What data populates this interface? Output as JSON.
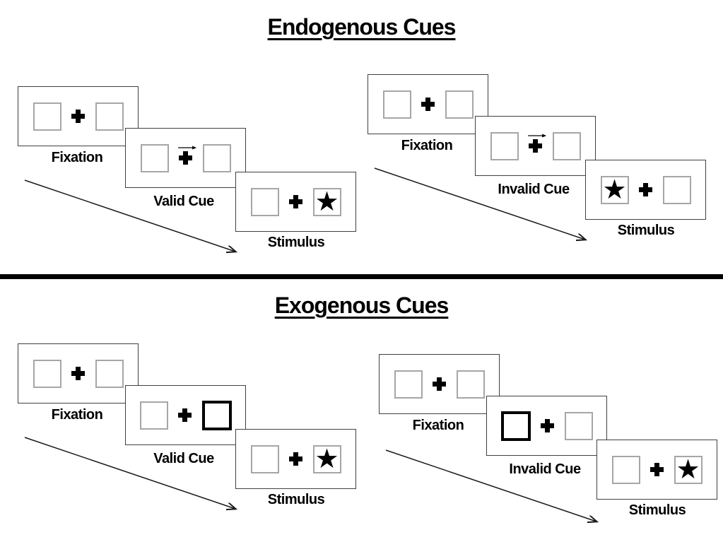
{
  "page": {
    "background": "#ffffff",
    "divider_color": "#000000",
    "box_border_color": "#a6a6a6",
    "highlight_border_color": "#000000"
  },
  "icons": {
    "star": "★",
    "plus": "+",
    "cue_arrow_right": "→"
  },
  "sections": [
    {
      "title": "Endogenous Cues",
      "panels": [
        {
          "type": "valid",
          "cue_style": "central-arrow-right",
          "stimulus_side": "right",
          "steps": [
            {
              "label": "Fixation",
              "left_box": "empty",
              "right_box": "empty",
              "center": "plus"
            },
            {
              "label": "Valid Cue",
              "left_box": "empty",
              "right_box": "empty",
              "center": "plus-with-right-arrow"
            },
            {
              "label": "Stimulus",
              "left_box": "empty",
              "right_box": "star",
              "center": "plus"
            }
          ]
        },
        {
          "type": "invalid",
          "cue_style": "central-arrow-right",
          "stimulus_side": "left",
          "steps": [
            {
              "label": "Fixation",
              "left_box": "empty",
              "right_box": "empty",
              "center": "plus"
            },
            {
              "label": "Invalid Cue",
              "left_box": "empty",
              "right_box": "empty",
              "center": "plus-with-right-arrow"
            },
            {
              "label": "Stimulus",
              "left_box": "star",
              "right_box": "empty",
              "center": "plus"
            }
          ]
        }
      ]
    },
    {
      "title": "Exogenous Cues",
      "panels": [
        {
          "type": "valid",
          "cue_style": "highlighted-box-right",
          "stimulus_side": "right",
          "steps": [
            {
              "label": "Fixation",
              "left_box": "empty",
              "right_box": "empty",
              "center": "plus"
            },
            {
              "label": "Valid Cue",
              "left_box": "empty",
              "right_box": "highlighted",
              "center": "plus"
            },
            {
              "label": "Stimulus",
              "left_box": "empty",
              "right_box": "star",
              "center": "plus"
            }
          ]
        },
        {
          "type": "invalid",
          "cue_style": "highlighted-box-left",
          "stimulus_side": "right",
          "steps": [
            {
              "label": "Fixation",
              "left_box": "empty",
              "right_box": "empty",
              "center": "plus"
            },
            {
              "label": "Invalid Cue",
              "left_box": "highlighted",
              "right_box": "empty",
              "center": "plus"
            },
            {
              "label": "Stimulus",
              "left_box": "empty",
              "right_box": "star",
              "center": "plus"
            }
          ]
        }
      ]
    }
  ]
}
